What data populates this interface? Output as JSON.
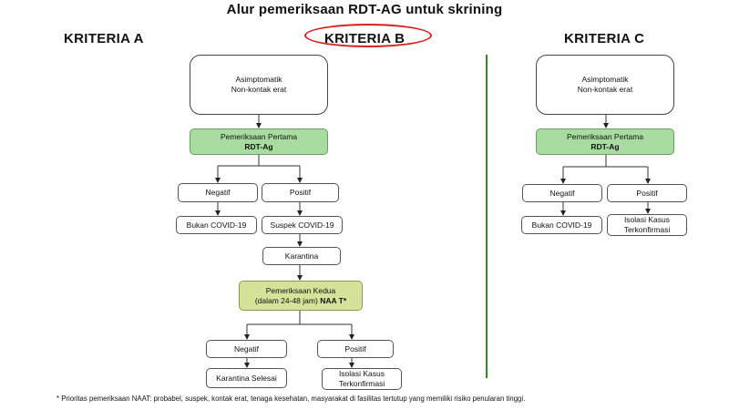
{
  "title": "Alur pemeriksaan RDT-AG untuk skrining",
  "criteria": {
    "a": "KRITERIA A",
    "b": "KRITERIA B",
    "c": "KRITERIA C"
  },
  "flow_b": {
    "start_line1": "Asimptomatik",
    "start_line2": "Non-kontak erat",
    "first_test_line1": "Pemeriksaan Pertama",
    "first_test_line2": "RDT-Ag",
    "negative": "Negatif",
    "positive": "Positif",
    "not_covid": "Bukan COVID-19",
    "suspect": "Suspek COVID-19",
    "quarantine": "Karantina",
    "second_test_line1": "Pemeriksaan Kedua",
    "second_test_line2a": "(dalam 24-48 jam)",
    "second_test_line2b": "NAA T*",
    "negative2": "Negatif",
    "positive2": "Positif",
    "quarantine_done": "Karantina Selesai",
    "isolation_line1": "Isolasi Kasus",
    "isolation_line2": "Terkonfirmasi"
  },
  "flow_c": {
    "start_line1": "Asimptomatik",
    "start_line2": "Non-kontak erat",
    "first_test_line1": "Pemeriksaan Pertama",
    "first_test_line2": "RDT-Ag",
    "negative": "Negatif",
    "positive": "Positif",
    "not_covid": "Bukan COVID-19",
    "isolation_line1": "Isolasi Kasus",
    "isolation_line2": "Terkonfirmasi"
  },
  "footnote": "* Prioritas pemeriksaan NAAT: probabel, suspek, kontak erat, tenaga kesehatan, masyarakat di fasilitas tertutup yang memiliki risiko penularan tinggi.",
  "colors": {
    "green_box": "#a8dca0",
    "olive_box": "#d5e29a",
    "divider": "#2e8b2e",
    "highlight_oval": "#d62020"
  }
}
